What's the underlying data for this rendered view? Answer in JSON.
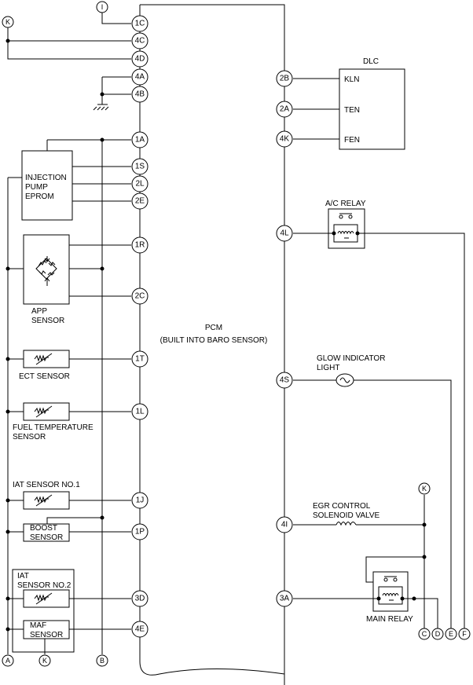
{
  "pcm": {
    "label": "PCM",
    "sublabel": "(BUILT INTO BARO SENSOR)"
  },
  "pins": {
    "1C": "1C",
    "4C": "4C",
    "4D": "4D",
    "4A": "4A",
    "4B": "4B",
    "1A": "1A",
    "1S": "1S",
    "2L": "2L",
    "2E": "2E",
    "1R": "1R",
    "2C": "2C",
    "1T": "1T",
    "1L": "1L",
    "1J": "1J",
    "1P": "1P",
    "3D": "3D",
    "4E": "4E",
    "2B": "2B",
    "2A": "2A",
    "4K": "4K",
    "4L": "4L",
    "4S": "4S",
    "4I": "4I",
    "3A": "3A"
  },
  "tags": {
    "I": "I",
    "K": "K",
    "A": "A",
    "B": "B",
    "C": "C",
    "D": "D",
    "E": "E",
    "F": "F"
  },
  "components": {
    "dlc": {
      "title": "DLC",
      "kln": "KLN",
      "ten": "TEN",
      "fen": "FEN"
    },
    "ac_relay": "A/C RELAY",
    "injection_pump": [
      "INJECTION",
      "PUMP",
      "EPROM"
    ],
    "app_sensor": [
      "APP",
      "SENSOR"
    ],
    "ect_sensor": "ECT SENSOR",
    "fuel_temp_sensor": [
      "FUEL TEMPERATURE",
      "SENSOR"
    ],
    "glow_light": [
      "GLOW INDICATOR",
      "LIGHT"
    ],
    "iat1": "IAT SENSOR NO.1",
    "egr": [
      "EGR CONTROL",
      "SOLENOID VALVE"
    ],
    "boost": [
      "BOOST",
      "SENSOR"
    ],
    "iat2": [
      "IAT",
      "SENSOR NO.2"
    ],
    "maf": [
      "MAF",
      "SENSOR"
    ],
    "main_relay": "MAIN RELAY"
  },
  "colors": {
    "line": "#000000",
    "background": "#ffffff"
  }
}
